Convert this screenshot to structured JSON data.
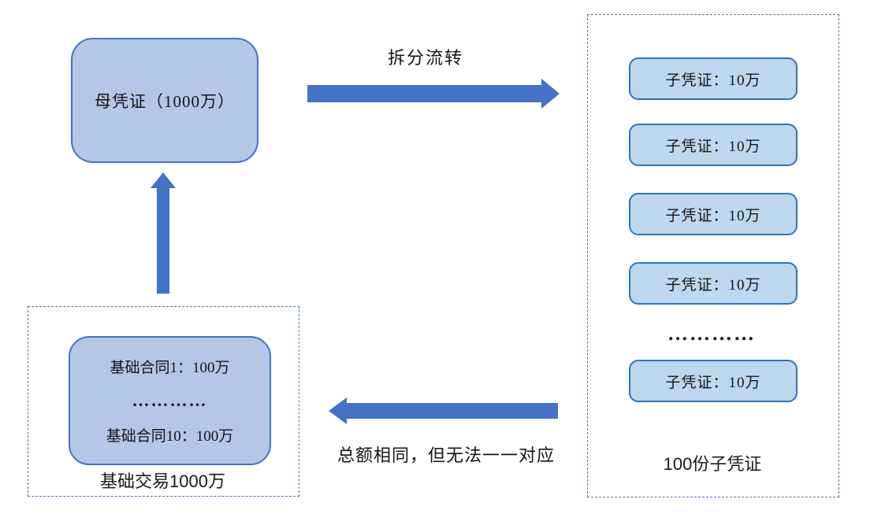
{
  "colors": {
    "accent_blue": "#4472C4",
    "parent_box_fill": "#B4C7E7",
    "parent_box_border": "#4472C4",
    "child_box_fill": "#BDD7EE",
    "child_box_border": "#2E75B6",
    "dashed_border": "#4472C4",
    "text": "#141414"
  },
  "parent_voucher": {
    "label": "母凭证（1000万）"
  },
  "split_flow": {
    "label": "拆分流转"
  },
  "return_flow": {
    "label": "总额相同，但无法一一对应"
  },
  "base_transaction": {
    "contract_line_1": "基础合同1：100万",
    "ellipsis": "…………",
    "contract_line_2": "基础合同10：100万",
    "caption": "基础交易1000万"
  },
  "child_vouchers": {
    "items": [
      "子凭证：10万",
      "子凭证：10万",
      "子凭证：10万",
      "子凭证：10万",
      "子凭证：10万"
    ],
    "ellipsis": "…………",
    "caption": "100份子凭证"
  }
}
